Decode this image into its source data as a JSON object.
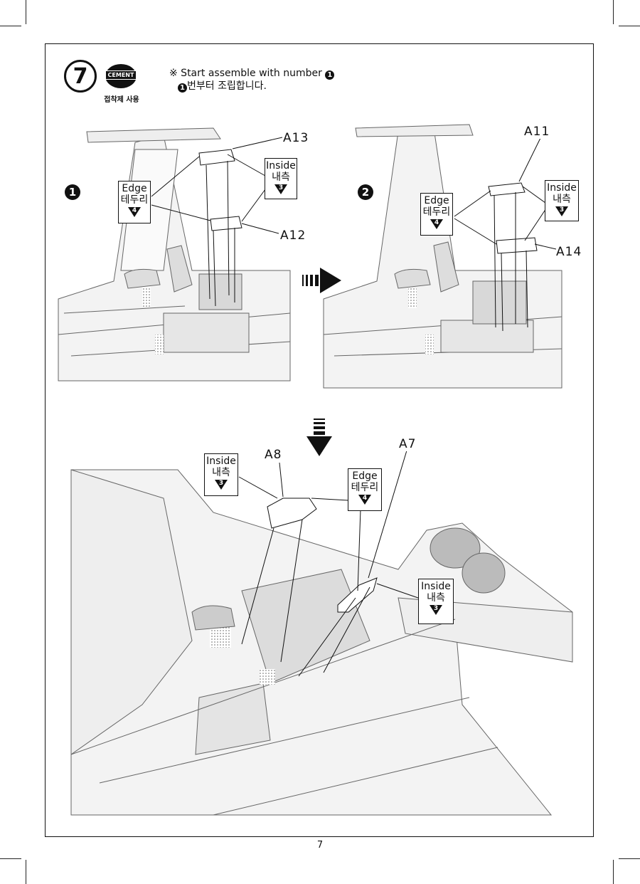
{
  "step": {
    "number": "7",
    "cement_label": "CEMENT",
    "cement_caption": "접착제 사용",
    "note_en": "※ Start assemble with number",
    "note_en_ref": "1",
    "note_ko_ref": "1",
    "note_ko": "번부터 조립합니다."
  },
  "subs": [
    "1",
    "2"
  ],
  "callouts": {
    "inside_en": "Inside",
    "inside_ko": "내측",
    "inside_num": "3",
    "edge_en": "Edge",
    "edge_ko": "테두리",
    "edge_num": "4"
  },
  "parts": {
    "a13": "A13",
    "a12": "A12",
    "a11": "A11",
    "a14": "A14",
    "a8": "A8",
    "a7": "A7"
  },
  "page_number": "7"
}
